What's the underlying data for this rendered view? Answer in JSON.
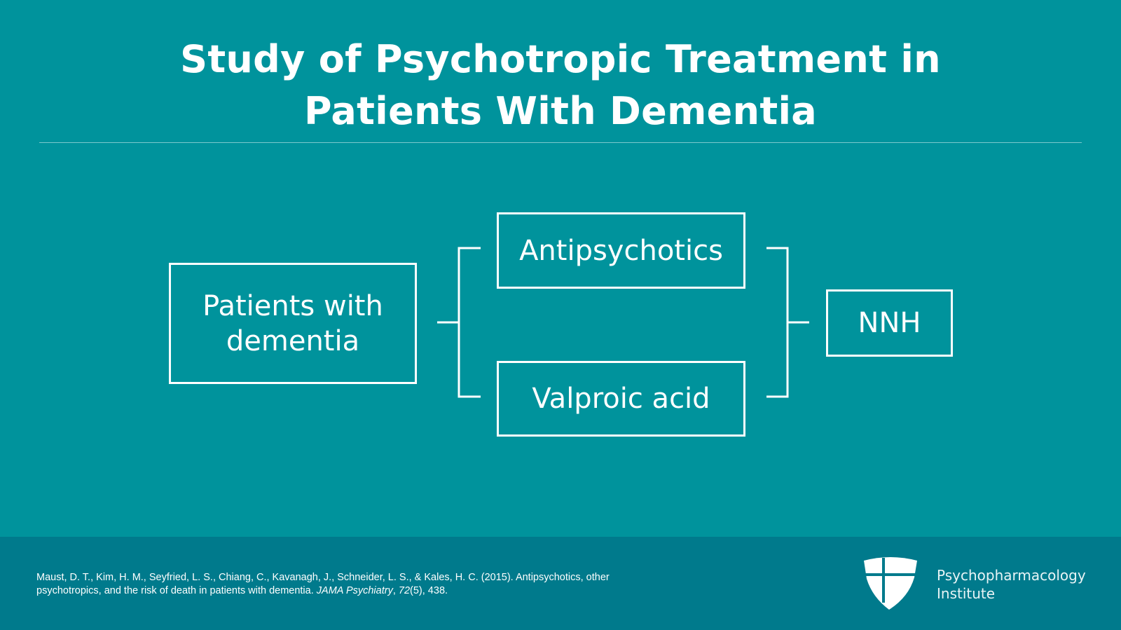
{
  "slide": {
    "title_line1": "Study of Psychotropic Treatment in",
    "title_line2": "Patients With Dementia"
  },
  "diagram": {
    "source_line1": "Patients with",
    "source_line2": "dementia",
    "branches": [
      "Antipsychotics",
      "Valproic acid"
    ],
    "outcome": "NNH"
  },
  "footer": {
    "citation_main": "Maust, D. T., Kim, H. M., Seyfried, L. S., Chiang, C., Kavanagh, J., Schneider, L. S., & Kales, H. C. (2015). Antipsychotics, other psychotropics, and the risk of death in patients with dementia. ",
    "citation_journal": "JAMA Psychiatry",
    "citation_sep": ", ",
    "citation_volume": "72",
    "citation_rest": "(5), 438.",
    "brand_line1": "Psychopharmacology",
    "brand_line2": "Institute"
  },
  "colors": {
    "background": "#00939c",
    "footer": "#007a8c"
  }
}
